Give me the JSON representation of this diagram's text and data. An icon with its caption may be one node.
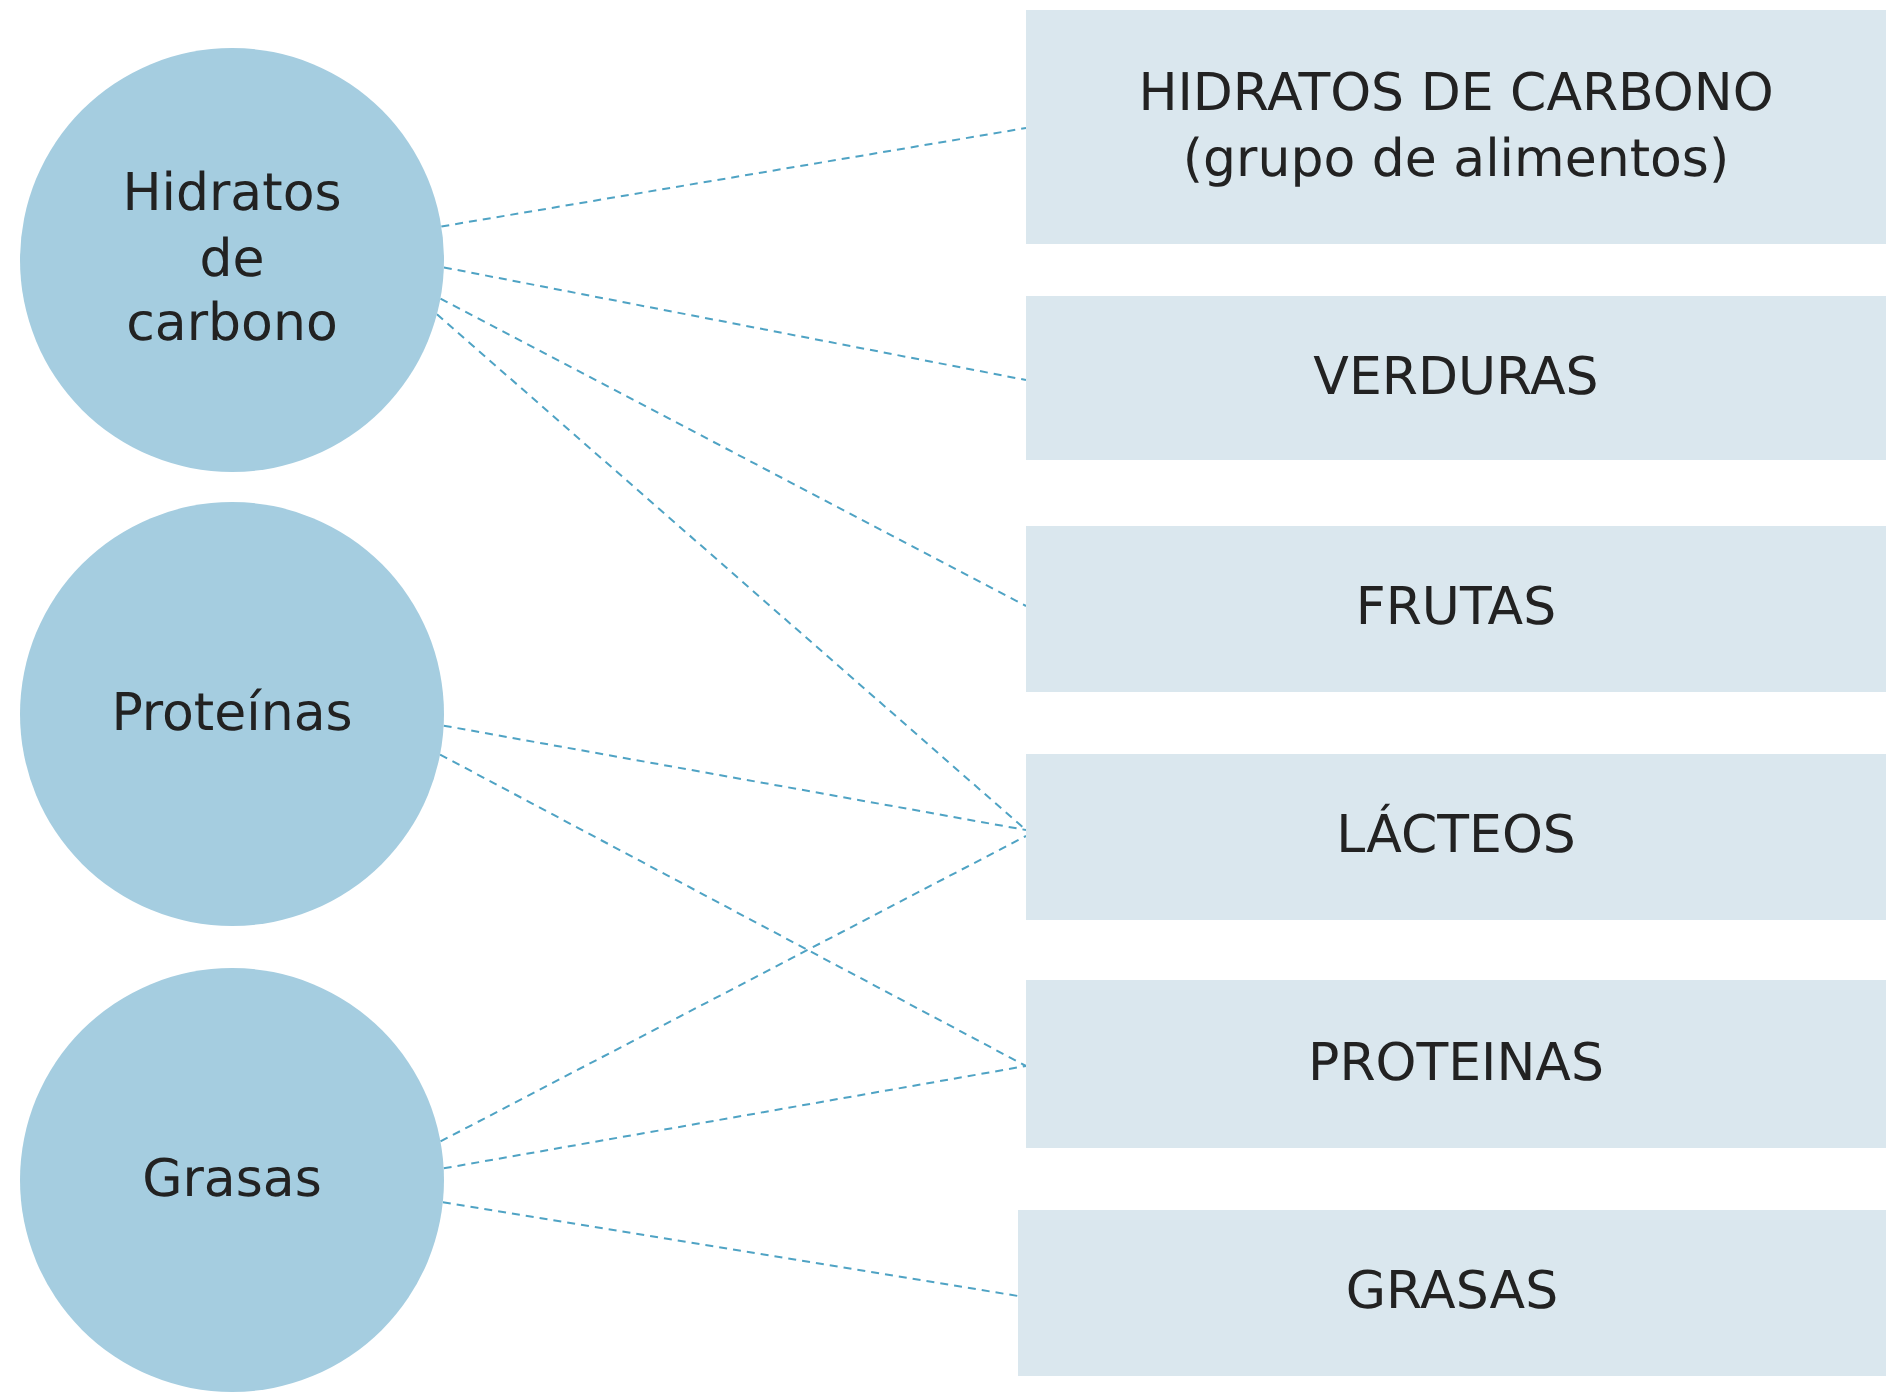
{
  "diagram": {
    "nodes": [
      {
        "text": [
          "Hidratos de carbono"
        ]
      },
      {
        "text": [
          "Proteínas"
        ]
      },
      {
        "text": [
          "Grasas"
        ]
      },
      {
        "text": [
          "HIDRATOS DE CARBONO (grupo de alimentos)"
        ]
      },
      {
        "text": [
          "VERDURAS"
        ]
      },
      {
        "text": [
          "FRUTAS"
        ]
      },
      {
        "text": [
          "LÁCTEOS"
        ]
      },
      {
        "text": [
          "PROTEINAS"
        ]
      },
      {
        "text": [
          "GRASAS"
        ]
      }
    ],
    "edges": [
      {
        "from": 0,
        "to": 3,
        "arrow": "none",
        "style": "dashed"
      },
      {
        "from": 0,
        "to": 4,
        "arrow": "none",
        "style": "dashed"
      },
      {
        "from": 0,
        "to": 5,
        "arrow": "none",
        "style": "dashed"
      },
      {
        "from": 0,
        "to": 6,
        "arrow": "none",
        "style": "dashed"
      },
      {
        "from": 1,
        "to": 6,
        "arrow": "none",
        "style": "dashed"
      },
      {
        "from": 1,
        "to": 7,
        "arrow": "none",
        "style": "dashed"
      },
      {
        "from": 2,
        "to": 6,
        "arrow": "none",
        "style": "dashed"
      },
      {
        "from": 2,
        "to": 7,
        "arrow": "none",
        "style": "dashed"
      },
      {
        "from": 2,
        "to": 8,
        "arrow": "none",
        "style": "dashed"
      }
    ]
  }
}
